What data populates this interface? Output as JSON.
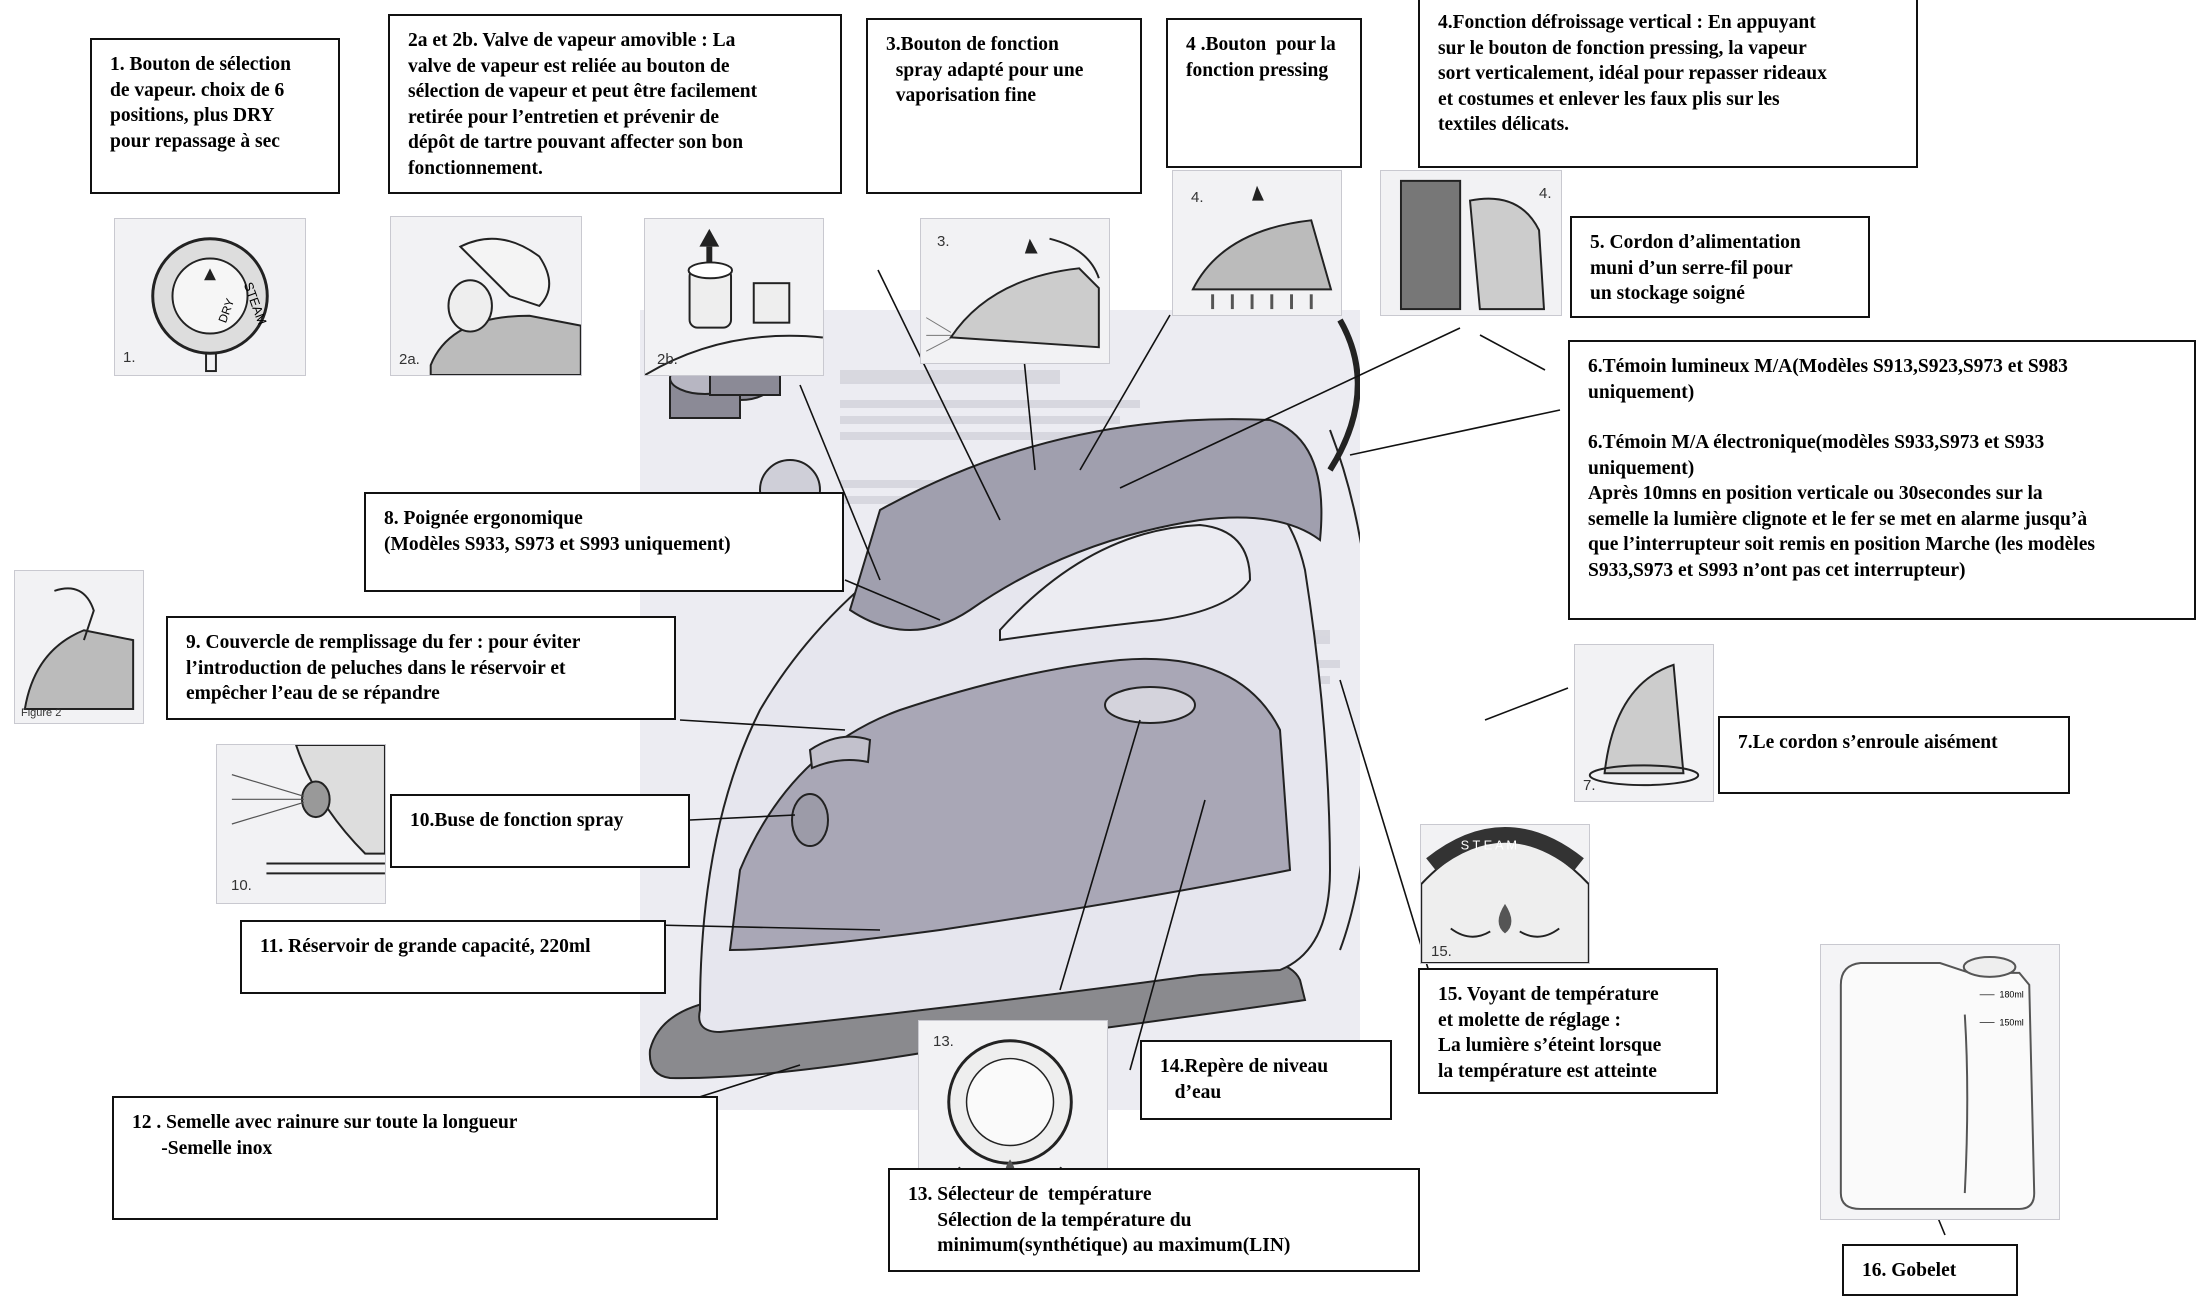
{
  "labels": {
    "b1": [
      "1. Bouton de sélection",
      "de vapeur. choix de 6",
      "positions, plus DRY",
      "pour repassage à sec"
    ],
    "b2": [
      "2a et 2b. Valve de vapeur amovible : La",
      "valve de vapeur est reliée au bouton de",
      "sélection de vapeur et peut être facilement",
      "retirée pour l’entretien et prévenir de",
      "dépôt de tartre pouvant affecter son bon",
      "fonctionnement."
    ],
    "b3": [
      "3.Bouton de fonction",
      "  spray adapté pour une",
      "  vaporisation fine"
    ],
    "b4": [
      "4 .Bouton  pour la",
      "fonction pressing"
    ],
    "b4v": [
      "4.Fonction défroissage vertical : En appuyant",
      "sur le bouton de fonction pressing, la vapeur",
      "sort verticalement, idéal pour repasser rideaux",
      "et costumes et enlever les faux plis sur les",
      "textiles délicats."
    ],
    "b5": [
      "5. Cordon d’alimentation",
      "muni d’un serre-fil pour",
      "un stockage soigné"
    ],
    "b6": [
      "6.Témoin lumineux M/A(Modèles S913,S923,S973 et S983",
      "uniquement)",
      "",
      "6.Témoin M/A électronique(modèles S933,S973 et S933",
      "uniquement)",
      "Après 10mns en position verticale ou 30secondes sur la",
      "semelle la lumière clignote et le fer se met en alarme jusqu’à",
      "que l’interrupteur soit remis en position Marche (les modèles",
      "S933,S973 et S993 n’ont pas cet interrupteur)"
    ],
    "b7": [
      "7.Le cordon s’enroule aisément"
    ],
    "b8": [
      "8. Poignée ergonomique",
      "(Modèles S933, S973 et S993 uniquement)"
    ],
    "b9": [
      "9. Couvercle de remplissage du fer : pour éviter",
      "l’introduction de peluches dans le réservoir et",
      "empêcher l’eau de se répandre"
    ],
    "b10": [
      "10.Buse de fonction spray"
    ],
    "b11": [
      "11. Réservoir de grande capacité, 220ml"
    ],
    "b12": [
      "12 . Semelle avec rainure sur toute la longueur",
      "      -Semelle inox"
    ],
    "b13": [
      "13. Sélecteur de  température",
      "      Sélection de la température du",
      "      minimum(synthétique) au maximum(LIN)"
    ],
    "b14": [
      "14.Repère de niveau",
      "   d’eau"
    ],
    "b15": [
      "15. Voyant de température",
      "et molette de réglage :",
      "La lumière s’éteint lorsque",
      "la température est atteinte"
    ],
    "b16": [
      "16. Gobelet"
    ]
  },
  "figures": {
    "f1": "1.",
    "f2a": "2a.",
    "f2b": "2b.",
    "f3": "3.",
    "f4a": "4.",
    "f4b": "4.",
    "f7": "7.",
    "f10": "10.",
    "f13": "13.",
    "f15": "15.",
    "fig2": "Figure 2",
    "dial_steam": "STEAM",
    "dial_dry": "DRY",
    "dial15_steam": "S T E A M"
  },
  "cup_marks": [
    "180ml",
    "150ml"
  ],
  "icons": [
    "arrow-down-icon",
    "arrow-up-icon",
    "water-drop-icon",
    "rotate-arrows-icon"
  ]
}
